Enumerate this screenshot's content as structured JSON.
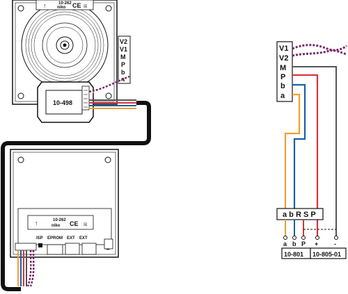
{
  "speaker_module": {
    "brand_code": "10-262",
    "brand": "niko",
    "ce": "CE",
    "terminals": [
      "V2",
      "V1",
      "M",
      "P",
      "b",
      "a"
    ]
  },
  "converter": {
    "label": "10-498"
  },
  "amplifier_module": {
    "brand_code": "10-262",
    "brand": "niko",
    "ce": "CE",
    "ports": [
      "ISP",
      "EPROM",
      "EXT",
      "EXT"
    ]
  },
  "right_diagram": {
    "terminals": [
      "V1",
      "V2",
      "M",
      "P",
      "b",
      "a"
    ],
    "bus_label": "a b R S P",
    "bottom_terminals": [
      "a",
      "b",
      "P",
      "+",
      "-"
    ],
    "boxes": [
      "10-801",
      "10-805-01"
    ]
  },
  "colors": {
    "orange": "#f0a030",
    "blue": "#1c5fa8",
    "red": "#d8343a",
    "grey": "#555555",
    "purple": "#7a2a6a",
    "black": "#111111"
  }
}
